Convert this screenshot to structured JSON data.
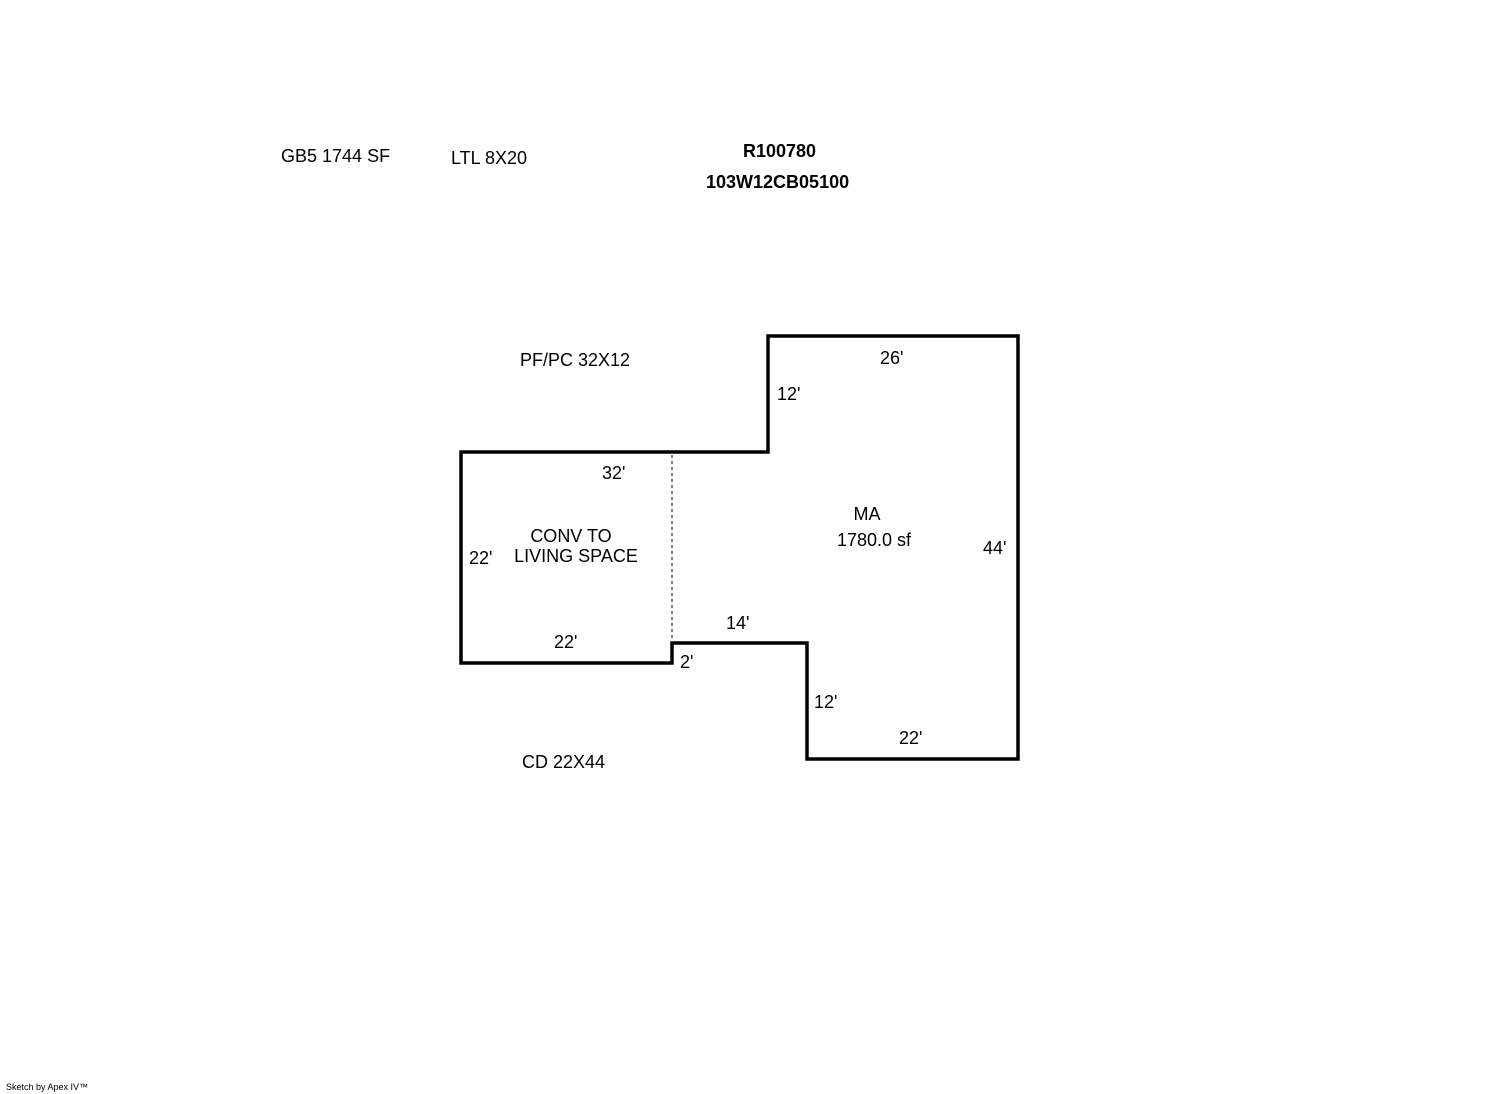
{
  "header": {
    "gb5_area": "GB5 1744 SF",
    "ltl": "LTL 8X20",
    "parcel_id": "R100780",
    "map_number": "103W12CB05100"
  },
  "labels": {
    "porch": "PF/PC 32X12",
    "deck": "CD 22X44",
    "conv_line1": "CONV TO",
    "conv_line2": "LIVING SPACE",
    "main_area_code": "MA",
    "main_area_size": "1780.0 sf"
  },
  "dimensions": {
    "top_right": "26'",
    "upper_step": "12'",
    "top_left": "32'",
    "right_side": "44'",
    "left_side": "22'",
    "bottom_left": "22'",
    "notch": "2'",
    "middle_step": "14'",
    "lower_step": "12'",
    "bottom_right": "22'"
  },
  "footer": {
    "credit": "Sketch by Apex IV™"
  }
}
